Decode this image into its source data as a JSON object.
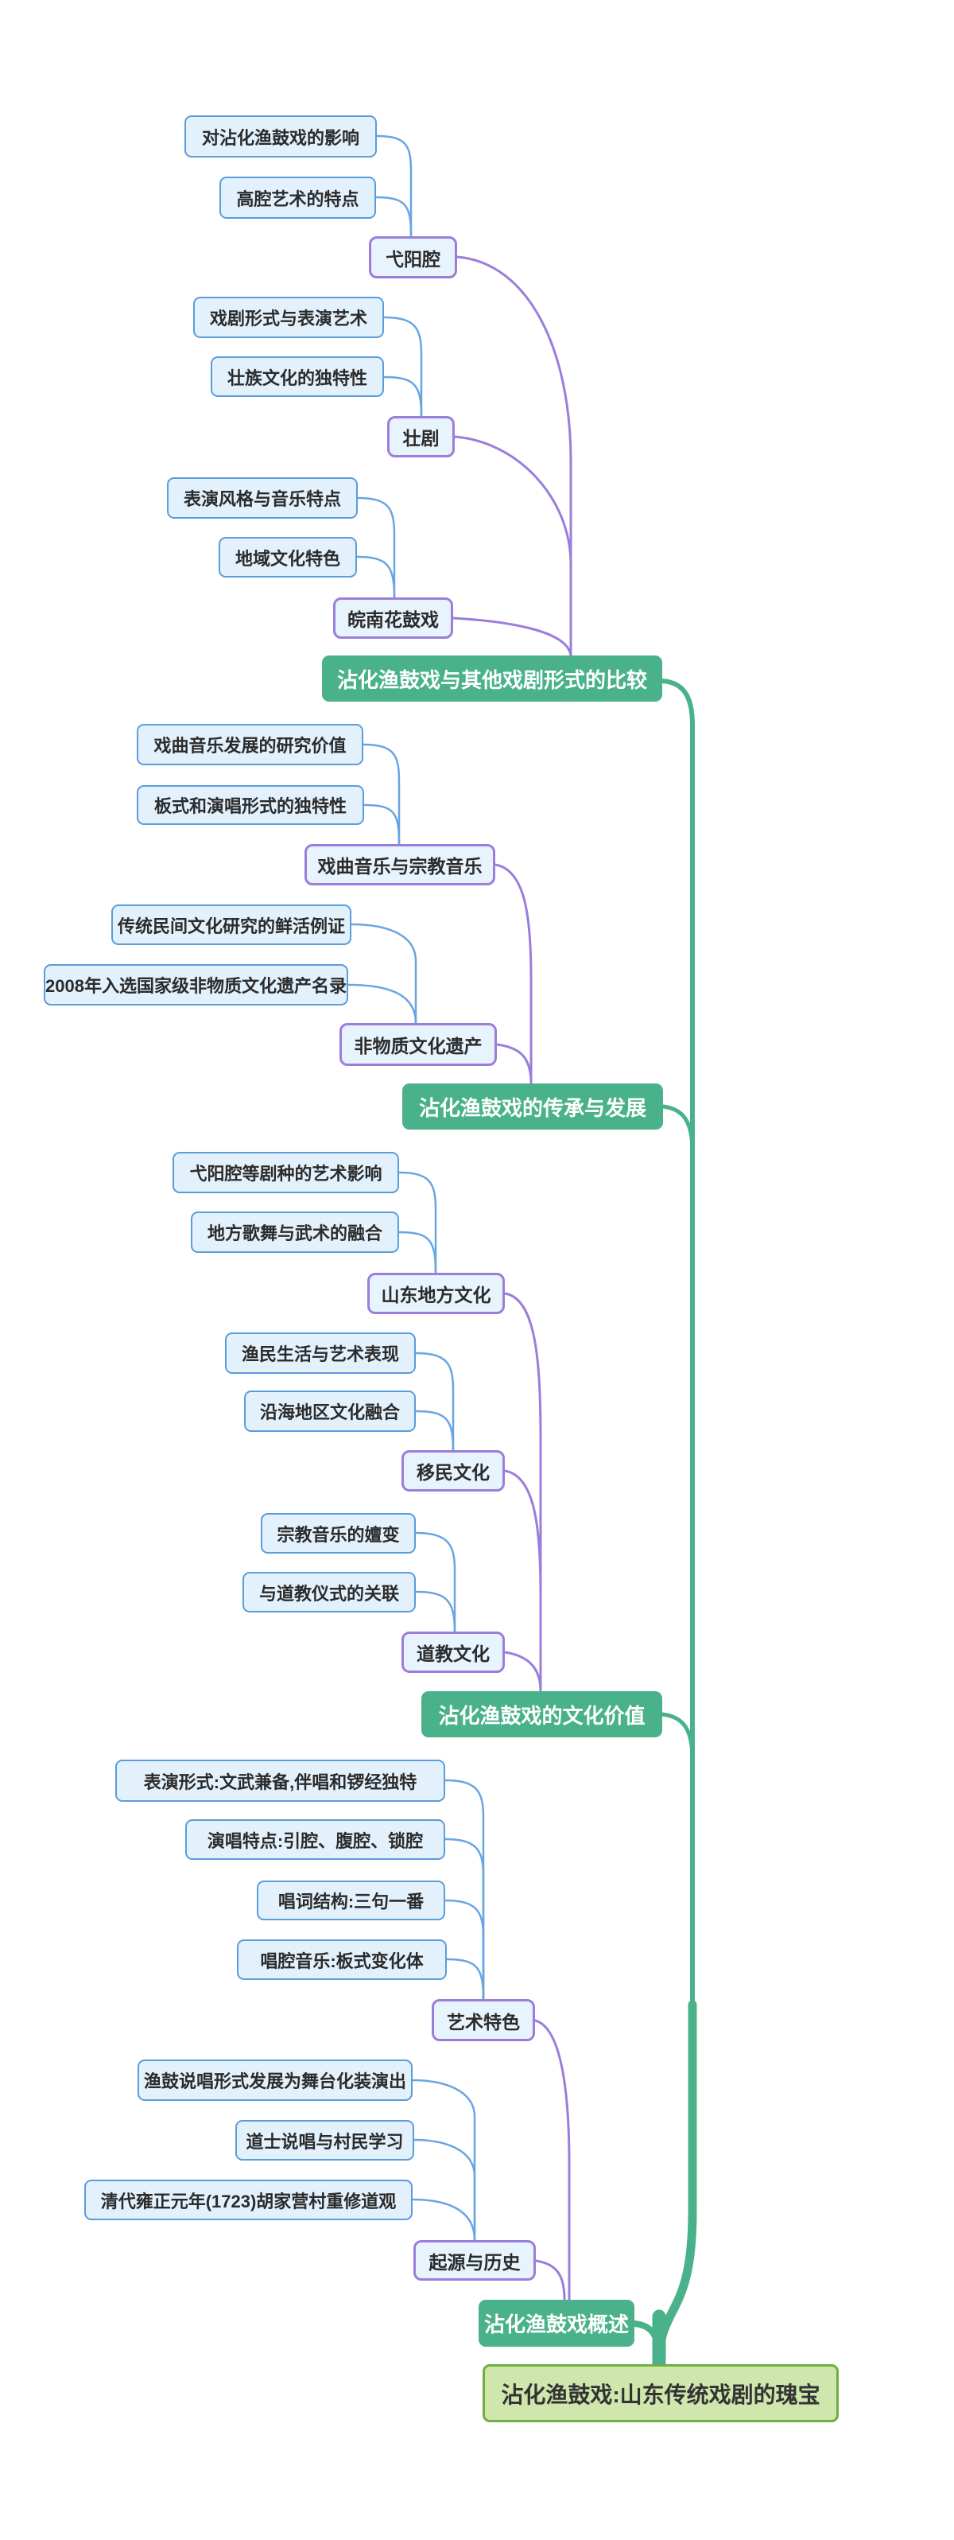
{
  "mindmap": {
    "root": {
      "label": "沾化渔鼓戏:山东传统戏剧的瑰宝"
    },
    "branches": [
      {
        "label": "沾化渔鼓戏概述",
        "children": [
          {
            "label": "起源与历史",
            "children": [
              {
                "label": "清代雍正元年(1723)胡家营村重修道观"
              },
              {
                "label": "道士说唱与村民学习"
              },
              {
                "label": "渔鼓说唱形式发展为舞台化装演出"
              }
            ]
          },
          {
            "label": "艺术特色",
            "children": [
              {
                "label": "唱腔音乐:板式变化体"
              },
              {
                "label": "唱词结构:三句一番"
              },
              {
                "label": "演唱特点:引腔、腹腔、锁腔"
              },
              {
                "label": "表演形式:文武兼备,伴唱和锣经独特"
              }
            ]
          }
        ]
      },
      {
        "label": "沾化渔鼓戏的文化价值",
        "children": [
          {
            "label": "道教文化",
            "children": [
              {
                "label": "与道教仪式的关联"
              },
              {
                "label": "宗教音乐的嬗变"
              }
            ]
          },
          {
            "label": "移民文化",
            "children": [
              {
                "label": "沿海地区文化融合"
              },
              {
                "label": "渔民生活与艺术表现"
              }
            ]
          },
          {
            "label": "山东地方文化",
            "children": [
              {
                "label": "地方歌舞与武术的融合"
              },
              {
                "label": "弋阳腔等剧种的艺术影响"
              }
            ]
          }
        ]
      },
      {
        "label": "沾化渔鼓戏的传承与发展",
        "children": [
          {
            "label": "非物质文化遗产",
            "children": [
              {
                "label": "2008年入选国家级非物质文化遗产名录"
              },
              {
                "label": "传统民间文化研究的鲜活例证"
              }
            ]
          },
          {
            "label": "戏曲音乐与宗教音乐",
            "children": [
              {
                "label": "板式和演唱形式的独特性"
              },
              {
                "label": "戏曲音乐发展的研究价值"
              }
            ]
          }
        ]
      },
      {
        "label": "沾化渔鼓戏与其他戏剧形式的比较",
        "children": [
          {
            "label": "皖南花鼓戏",
            "children": [
              {
                "label": "地域文化特色"
              },
              {
                "label": "表演风格与音乐特点"
              }
            ]
          },
          {
            "label": "壮剧",
            "children": [
              {
                "label": "壮族文化的独特性"
              },
              {
                "label": "戏剧形式与表演艺术"
              }
            ]
          },
          {
            "label": "弋阳腔",
            "children": [
              {
                "label": "高腔艺术的特点"
              },
              {
                "label": "对沾化渔鼓戏的影响"
              }
            ]
          }
        ]
      }
    ]
  },
  "colors": {
    "background": "#ffffff",
    "leaf_fill": "#e3f1fc",
    "leaf_border": "#5b9cdb",
    "subtopic_fill": "#e7f3fd",
    "subtopic_border": "#9b7ddb",
    "branch_fill": "#49b28b",
    "branch_text": "#ffffff",
    "root_fill": "#cfe6ac",
    "root_border": "#6fb03e",
    "connector_blue": "#68a5e3",
    "connector_purple": "#9b7ddb",
    "trunk_green": "#49b28b"
  }
}
